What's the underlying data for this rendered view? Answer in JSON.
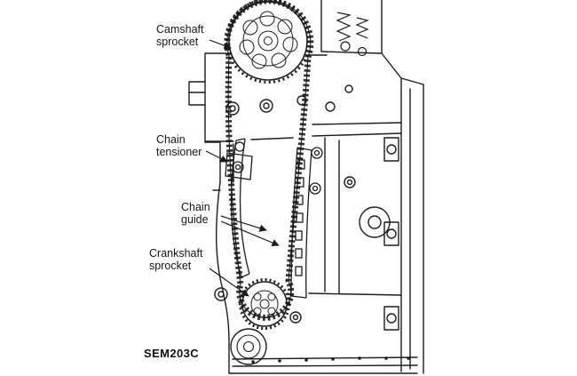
{
  "figure": {
    "labels": {
      "camshaft_sprocket": "Camshaft sprocket",
      "chain_tensioner": "Chain tensioner",
      "chain_guide": "Chain guide",
      "crankshaft_sprocket": "Crankshaft sprocket"
    },
    "code": "SEM203C",
    "colors": {
      "ink": "#1c1c1c",
      "background": "#ffffff"
    }
  }
}
